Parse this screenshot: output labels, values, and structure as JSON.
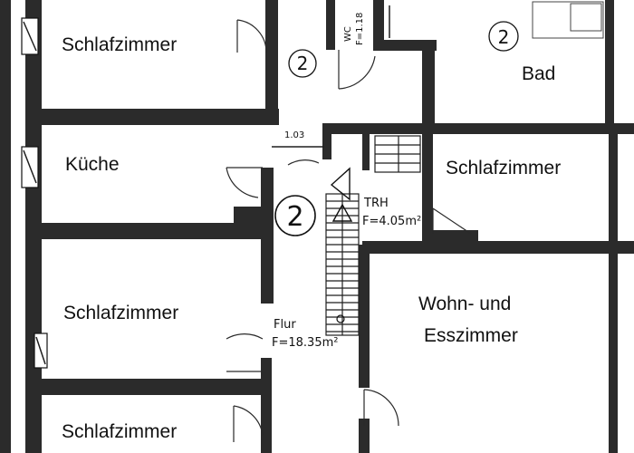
{
  "rooms": [
    {
      "label": "Schlafzimmer"
    },
    {
      "label": "Bad"
    },
    {
      "label": "Küche"
    },
    {
      "label": "Schlafzimmer"
    },
    {
      "label": "Schlafzimmer"
    },
    {
      "label": "Wohn- und"
    },
    {
      "label": "Esszimmer"
    },
    {
      "label": "Schlafzimmer"
    }
  ],
  "markers": {
    "apartment_number": "2",
    "wc_label": "WC",
    "wc_area": "F=1.18",
    "dimension": "1.03",
    "stair_label": "TRH",
    "stair_area": "F=4.05m²",
    "flur_label": "Flur",
    "flur_area": "F=18.35m²"
  },
  "colors": {
    "wall": "#2b2b2b",
    "background": "#ffffff",
    "ink": "#111111"
  }
}
